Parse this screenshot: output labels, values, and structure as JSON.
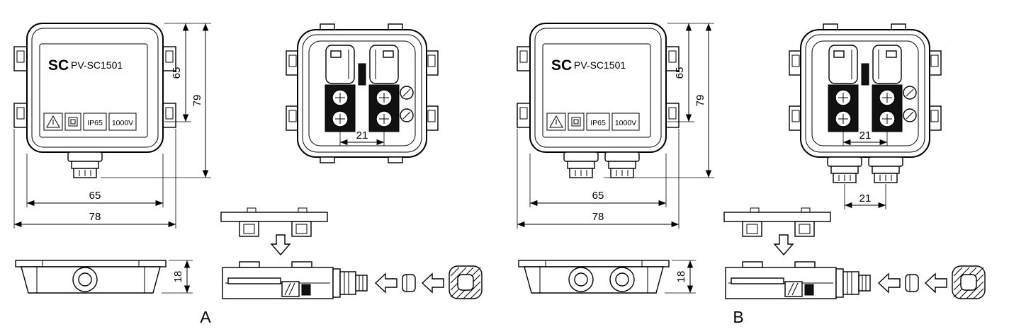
{
  "drawing": {
    "type": "technical-drawing",
    "product": "PV junction box",
    "sheet_labels": [
      "A",
      "B"
    ]
  },
  "variants": [
    {
      "label": "A",
      "gland_count": 1,
      "nameplate": {
        "brand": "SC",
        "model": "PV-SC1501",
        "ip_rating": "IP65",
        "voltage_rating": "1000V",
        "marks": [
          "safety-triangle-mark",
          "double-insulation-mark"
        ]
      },
      "dimensions": {
        "body_height": "65",
        "overall_height": "79",
        "body_width": "65",
        "overall_width": "78",
        "terminal_pitch": "21",
        "profile_height": "18"
      }
    },
    {
      "label": "B",
      "gland_count": 2,
      "nameplate": {
        "brand": "SC",
        "model": "PV-SC1501",
        "ip_rating": "IP65",
        "voltage_rating": "1000V",
        "marks": [
          "safety-triangle-mark",
          "double-insulation-mark"
        ]
      },
      "dimensions": {
        "body_height": "65",
        "overall_height": "79",
        "body_width": "65",
        "overall_width": "78",
        "terminal_pitch": "21",
        "gland_pitch": "21",
        "profile_height": "18"
      }
    }
  ]
}
